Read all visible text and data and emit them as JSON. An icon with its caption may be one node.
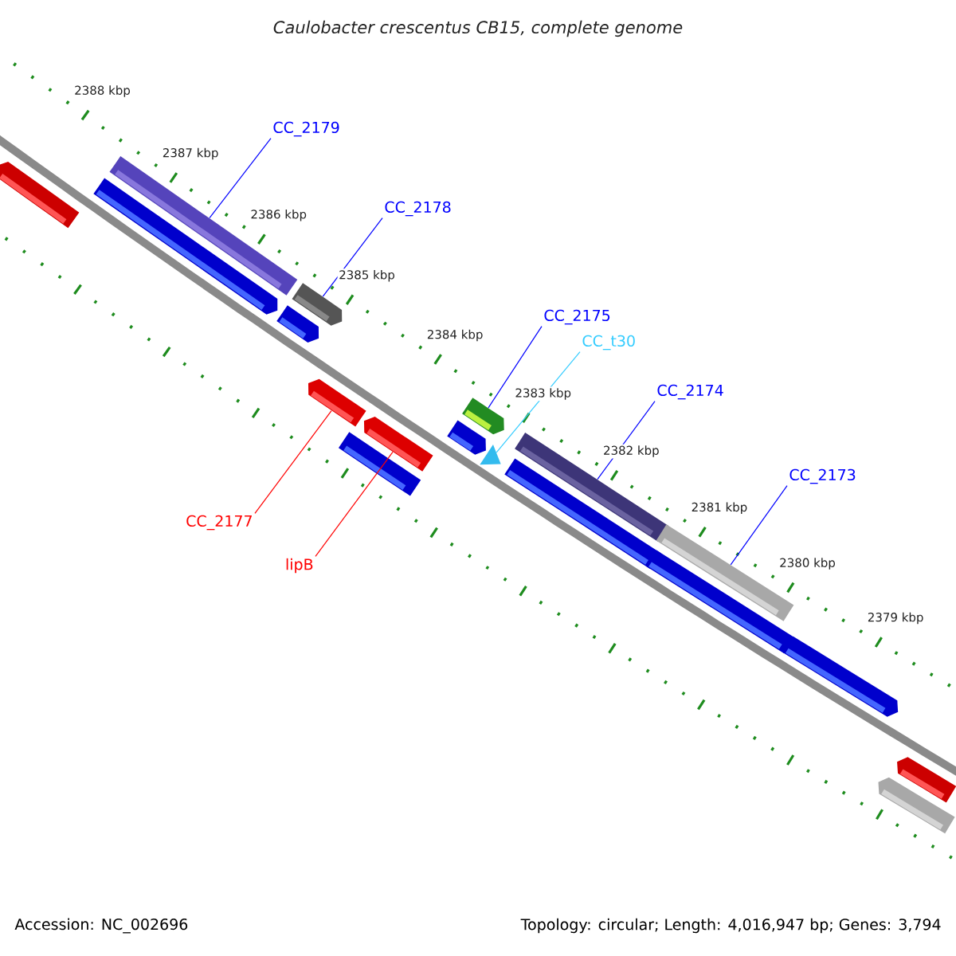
{
  "diagram": {
    "title": "Caulobacter crescentus CB15, complete genome",
    "nodes": [
      {
        "text": [
          "CC_2179"
        ]
      },
      {
        "text": [
          "CC_2178"
        ]
      },
      {
        "text": [
          "CC_2175"
        ]
      },
      {
        "text": [
          "CC_t30"
        ]
      },
      {
        "text": [
          "CC_2174"
        ]
      },
      {
        "text": [
          "CC_2173"
        ]
      },
      {
        "text": [
          "CC_2177"
        ]
      },
      {
        "text": [
          "lipB"
        ]
      },
      {
        "text": [],
        "shape": "bar"
      },
      {
        "text": [],
        "shape": "bar"
      },
      {
        "text": [],
        "shape": "bar"
      },
      {
        "text": [],
        "shape": "bar"
      },
      {
        "text": [],
        "shape": "bar"
      },
      {
        "text": [],
        "shape": "bar"
      },
      {
        "text": [],
        "shape": "bar"
      },
      {
        "text": [],
        "shape": "bar"
      },
      {
        "text": [],
        "shape": "bar"
      },
      {
        "text": [],
        "shape": "bar"
      },
      {
        "text": [],
        "shape": "triangle"
      },
      {
        "text": [],
        "shape": "bar"
      },
      {
        "text": [],
        "shape": "bar"
      },
      {
        "text": [],
        "shape": "bar"
      },
      {
        "text": [],
        "shape": "bar"
      },
      {
        "text": [],
        "shape": "bar"
      },
      {
        "text": [],
        "shape": "bar"
      },
      {
        "text": [],
        "shape": "bar"
      }
    ],
    "edges": [
      {
        "from": 0,
        "to": 10,
        "arrow": "none"
      },
      {
        "from": 1,
        "to": 12,
        "arrow": "none"
      },
      {
        "from": 2,
        "to": 17,
        "arrow": "none"
      },
      {
        "from": 3,
        "to": 18,
        "arrow": "none",
        "color": "#33ccff"
      },
      {
        "from": 4,
        "to": 20,
        "arrow": "none"
      },
      {
        "from": 5,
        "to": 22,
        "arrow": "none"
      },
      {
        "from": 6,
        "to": 13,
        "arrow": "none",
        "color": "#ff0000"
      },
      {
        "from": 7,
        "to": 15,
        "arrow": "none",
        "color": "#ff0000"
      }
    ],
    "labels": [
      "2388 kbp",
      "2387 kbp",
      "2386 kbp",
      "2385 kbp",
      "2384 kbp",
      "2383 kbp",
      "2382 kbp",
      "2381 kbp",
      "2380 kbp",
      "2379 kbp",
      "Accession: NC_002696",
      "Topology: circular; Length: 4,016,947 bp; Genes: 3,794"
    ]
  }
}
